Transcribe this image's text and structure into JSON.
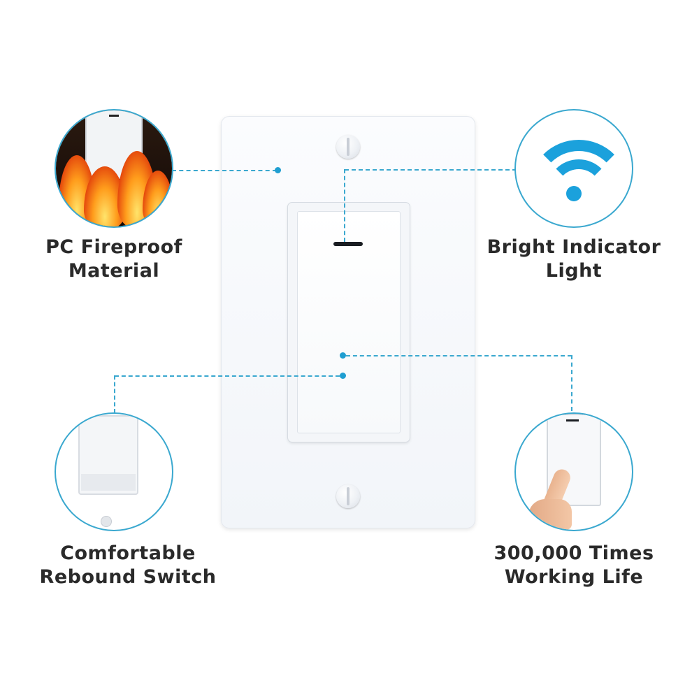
{
  "features": {
    "top_left": {
      "line1": "PC Fireproof",
      "line2": "Material",
      "icon": "fire-icon"
    },
    "top_right": {
      "line1": "Bright Indicator",
      "line2": "Light",
      "icon": "wifi-icon"
    },
    "bottom_left": {
      "line1": "Comfortable",
      "line2": "Rebound Switch",
      "icon": "switch-press-icon"
    },
    "bottom_right": {
      "line1": "300,000 Times",
      "line2": "Working Life",
      "icon": "finger-press-icon"
    }
  },
  "colors": {
    "accent": "#1ba1dc",
    "callout_line": "#3aa8cf",
    "label_text": "#2a2a2a"
  }
}
